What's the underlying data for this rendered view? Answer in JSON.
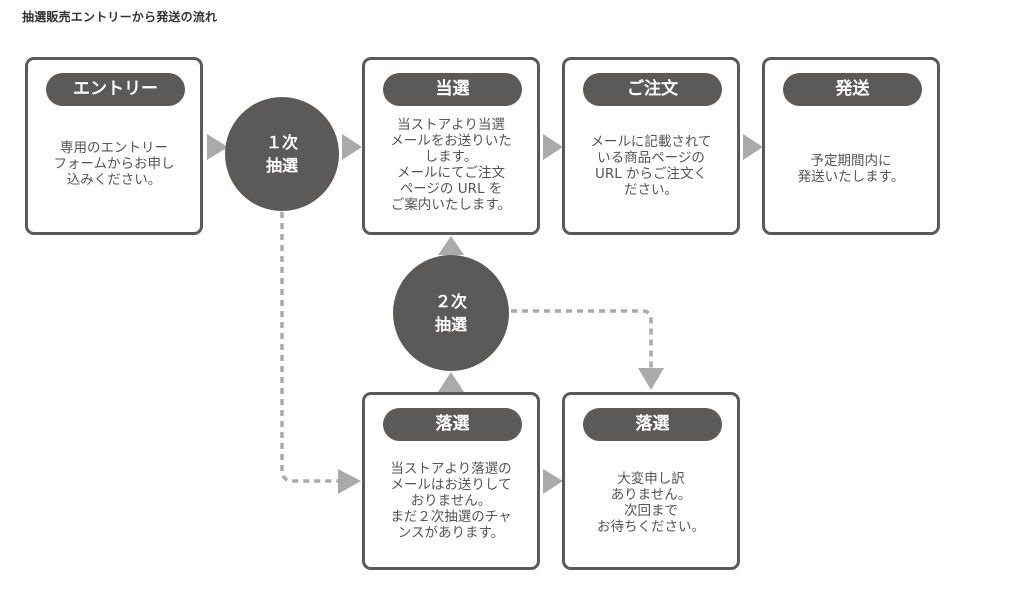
{
  "title": "抽選販売エントリーから発送の流れ",
  "nodes": {
    "entry": {
      "label": "エントリー",
      "desc": "専用のエントリー\nフォームからお申し\n込みください。"
    },
    "first_lottery": {
      "label": "１次\n抽選"
    },
    "win": {
      "label": "当選",
      "desc": "当ストアより当選\nメールをお送りいた\nします。\nメールにてご注文\nページの URL を\nご案内いたします。"
    },
    "order": {
      "label": "ご注文",
      "desc": "メールに記載されて\nいる商品ページの\nURL からご注文く\nださい。"
    },
    "ship": {
      "label": "発送",
      "desc": "予定期間内に\n発送いたします。"
    },
    "second_lottery": {
      "label": "２次\n抽選"
    },
    "lose1": {
      "label": "落選",
      "desc": "当ストアより落選の\nメールはお送りして\nおりません。\nまだ２次抽選のチャ\nンスがあります。"
    },
    "lose2": {
      "label": "落選",
      "desc": "大変申し訳\nありません。\n次回まで\nお待ちください。"
    }
  },
  "colors": {
    "node_fill": "#5b5a58",
    "box_border": "#5a5a5a",
    "arrow": "#aaaaaa",
    "text": "#555555"
  }
}
